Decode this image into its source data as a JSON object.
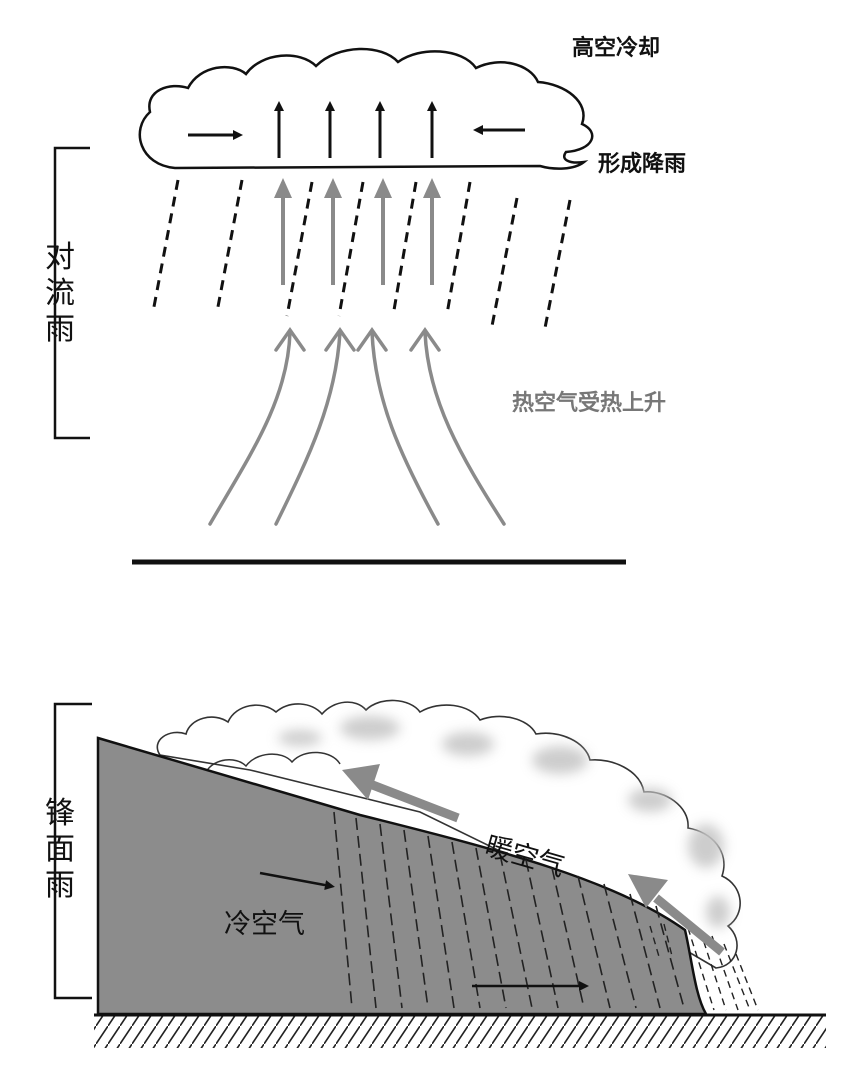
{
  "convection": {
    "title": "对流雨",
    "label_cooling": "高空冷却",
    "label_rain": "形成降雨",
    "label_rising": "热空气受热上升"
  },
  "frontal": {
    "title": "锋面雨",
    "label_warm": "暖空气",
    "label_cold": "冷空气"
  },
  "colors": {
    "line": "#111111",
    "gray_arrow": "#8a8a8a",
    "cold_air": "#8c8c8c",
    "hatch": "#555555",
    "cloud_shade": "#c8c8c8"
  }
}
